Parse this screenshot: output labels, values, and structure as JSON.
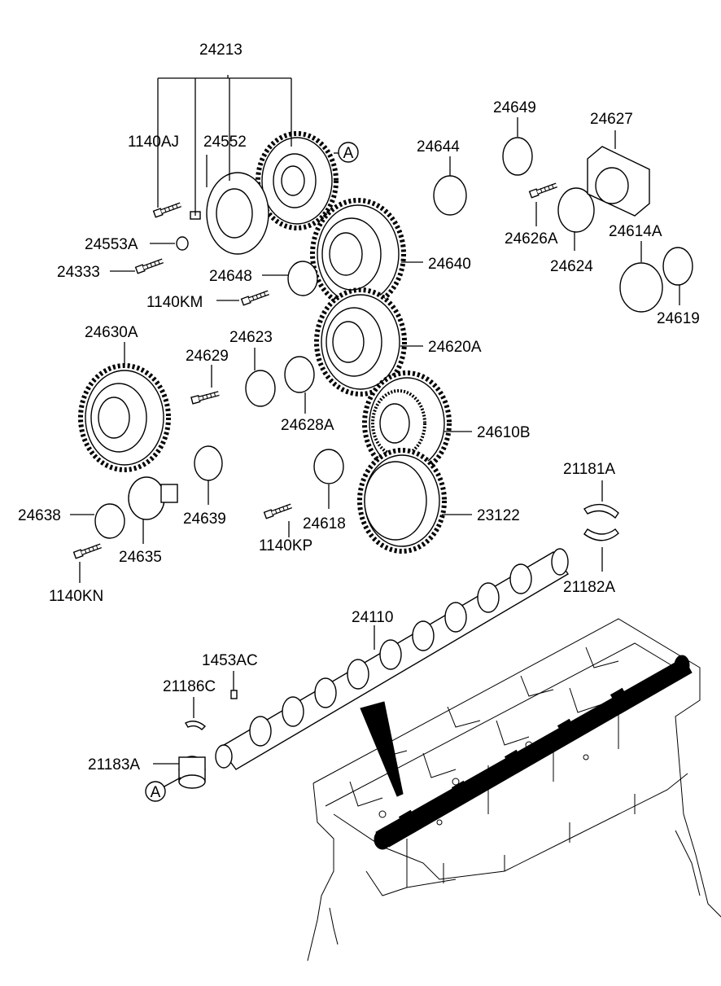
{
  "labels": {
    "l24213": "24213",
    "l1140AJ": "1140AJ",
    "l24552": "24552",
    "l24553A": "24553A",
    "l24333": "24333",
    "l24648": "24648",
    "l1140KM": "1140KM",
    "l24640": "24640",
    "l24620A": "24620A",
    "l24610B": "24610B",
    "l23122": "23122",
    "l24644": "24644",
    "l24649": "24649",
    "l24627": "24627",
    "l24626A": "24626A",
    "l24624": "24624",
    "l24614A": "24614A",
    "l24619": "24619",
    "l24630A": "24630A",
    "l24629": "24629",
    "l24623": "24623",
    "l24628A": "24628A",
    "l24638": "24638",
    "l24635": "24635",
    "l24639": "24639",
    "l24618": "24618",
    "l1140KP": "1140KP",
    "l1140KN": "1140KN",
    "l21181A": "21181A",
    "l21182A": "21182A",
    "l24110": "24110",
    "l1453AC": "1453AC",
    "l21186C": "21186C",
    "l21183A": "21183A",
    "refA1": "A",
    "refA2": "A"
  }
}
